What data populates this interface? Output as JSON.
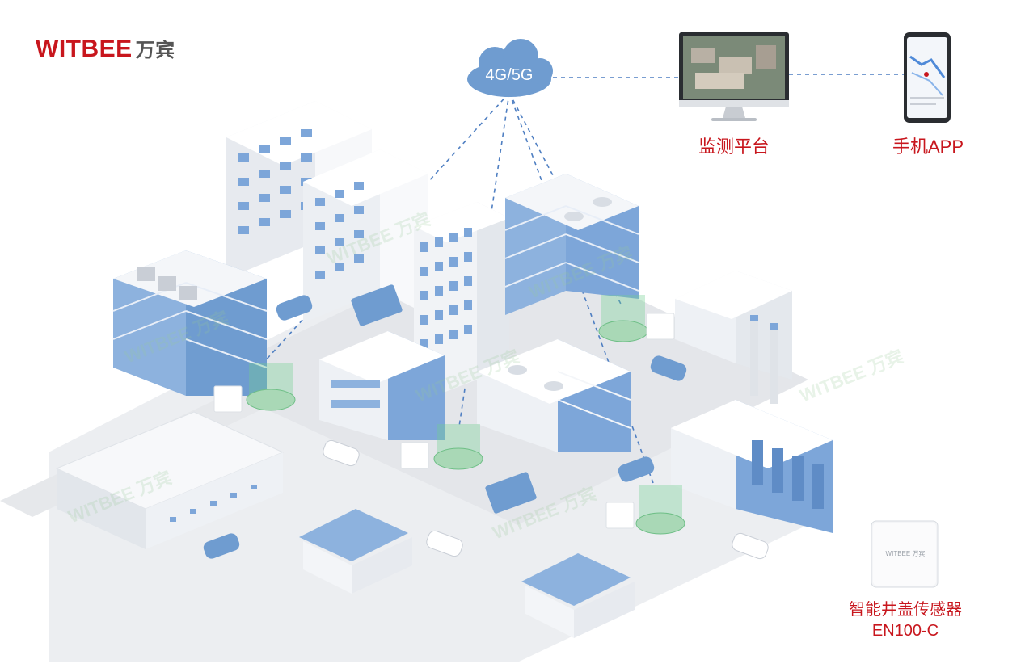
{
  "brand": {
    "name_en": "WITBEE",
    "name_cn": "万宾",
    "color": "#c8161d"
  },
  "network": {
    "label": "4G/5G",
    "cloud_color": "#6f9cd0"
  },
  "platform": {
    "label": "监测平台"
  },
  "mobile": {
    "label": "手机APP"
  },
  "sensor": {
    "name": "智能井盖传感器",
    "model": "EN100-C",
    "device_mark": "WITBEE 万宾"
  },
  "watermark": "WITBEE 万宾",
  "colors": {
    "building_blue": "#7da6d9",
    "building_white": "#f4f6f9",
    "ground": "#e9ebee",
    "signal_green": "#6fcf8f",
    "link_blue": "#4f7fc2"
  }
}
